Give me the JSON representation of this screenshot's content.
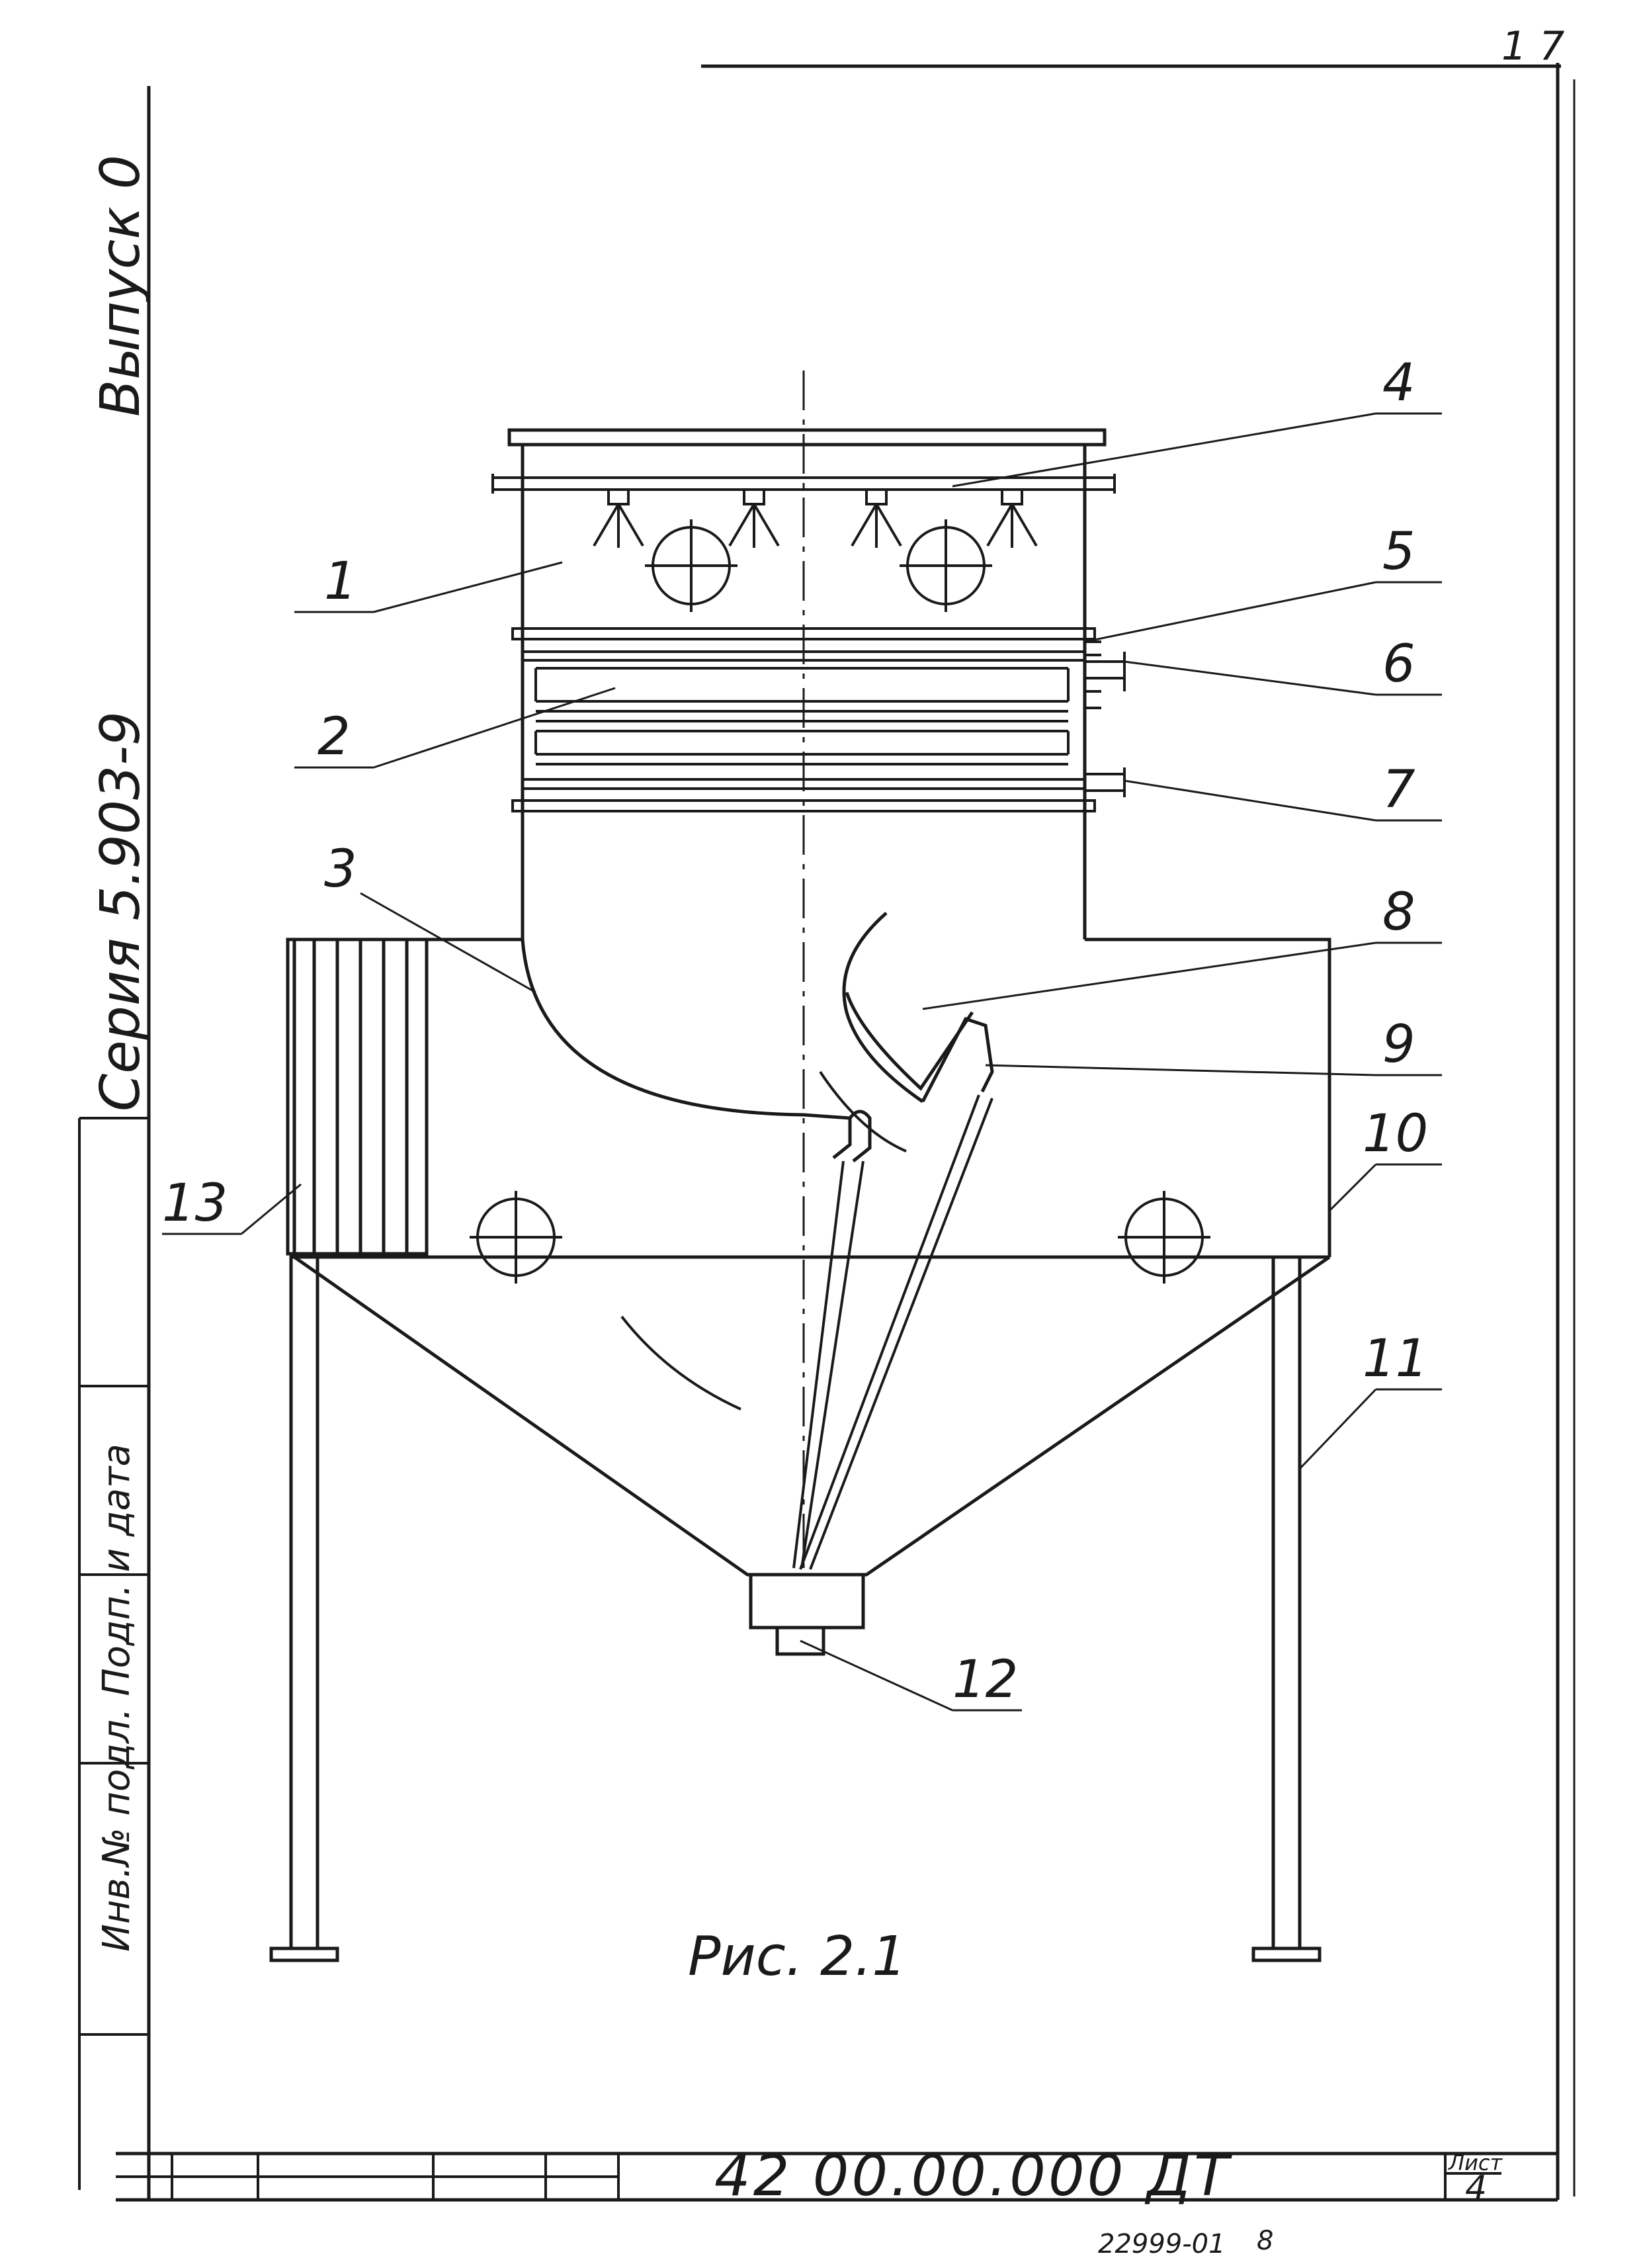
{
  "series_label": "Серия 5.903-9",
  "issue_label": "Выпуск 0",
  "margin_stamp": "Инв.№ подл. Подп. и дата",
  "corner_mark": "1 7",
  "figure_caption": "Рис. 2.1",
  "callouts": [
    "1",
    "2",
    "3",
    "4",
    "5",
    "6",
    "7",
    "8",
    "9",
    "10",
    "11",
    "12",
    "13"
  ],
  "title_block": {
    "document_code": "42 00.00.000 ДТ",
    "sheet_label": "Лист",
    "sheet_number": "4"
  },
  "footer_number": "22999-01",
  "footer_page": "8"
}
